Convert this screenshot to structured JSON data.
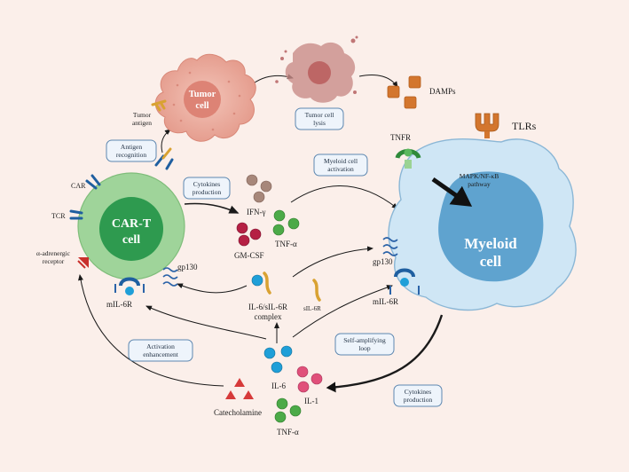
{
  "labels": {
    "tumor_cell_l1": "Tumor",
    "tumor_cell_l2": "cell",
    "tumor_antigen_l1": "Tumor",
    "tumor_antigen_l2": "antigen",
    "damps": "DAMPs",
    "tlrs": "TLRs",
    "tnfr": "TNFR",
    "mapk_l1": "MAPK/NF-κB",
    "mapk_l2": "pathway",
    "myeloid_l1": "Myeloid",
    "myeloid_l2": "cell",
    "cart_l1": "CAR-T",
    "cart_l2": "cell",
    "car": "CAR",
    "tcr": "TCR",
    "alpha_receptor_l1": "α-adrenergic",
    "alpha_receptor_l2": "receptor",
    "mil6r_left": "mIL-6R",
    "mil6r_right": "mIL-6R",
    "gp130_left": "gp130",
    "gp130_right": "gp130",
    "ifn": "IFN-γ",
    "tnf_top": "TNF-α",
    "gmcsf": "GM-CSF",
    "il6_complex_l1": "IL-6/sIL-6R",
    "il6_complex_l2": "complex",
    "sil6r": "sIL-6R",
    "il6": "IL-6",
    "il1": "IL-1",
    "tnf_bottom": "TNF-α",
    "catecholamine": "Catecholamine"
  },
  "boxes": {
    "antigen_recognition_l1": "Antigen",
    "antigen_recognition_l2": "recognition",
    "cytokines_production_top_l1": "Cytokines",
    "cytokines_production_top_l2": "production",
    "tumor_lysis_l1": "Tumor cell",
    "tumor_lysis_l2": "lysis",
    "myeloid_activation_l1": "Myeloid cell",
    "myeloid_activation_l2": "activation",
    "activation_enhancement_l1": "Activation",
    "activation_enhancement_l2": "enhancement",
    "self_amplifying_l1": "Self-amplifying",
    "self_amplifying_l2": "loop",
    "cytokines_production_bottom_l1": "Cytokines",
    "cytokines_production_bottom_l2": "production"
  },
  "colors": {
    "background": "#fbefea",
    "cart_outer": "#9fd49a",
    "cart_inner": "#2e9a4f",
    "tumor": "#e8a598",
    "myeloid_outer": "#cfe6f5",
    "myeloid_nucleus": "#5fa3cf",
    "damps": "#d3762e",
    "box_border": "#5d87b0",
    "box_fill": "#eef4fb",
    "il6": "#1f9fd8",
    "il1": "#e0507a",
    "tnf": "#4caa48",
    "gmcsf": "#b52044",
    "ifn": "#a7877a",
    "catecholamine": "#d63a3a"
  }
}
